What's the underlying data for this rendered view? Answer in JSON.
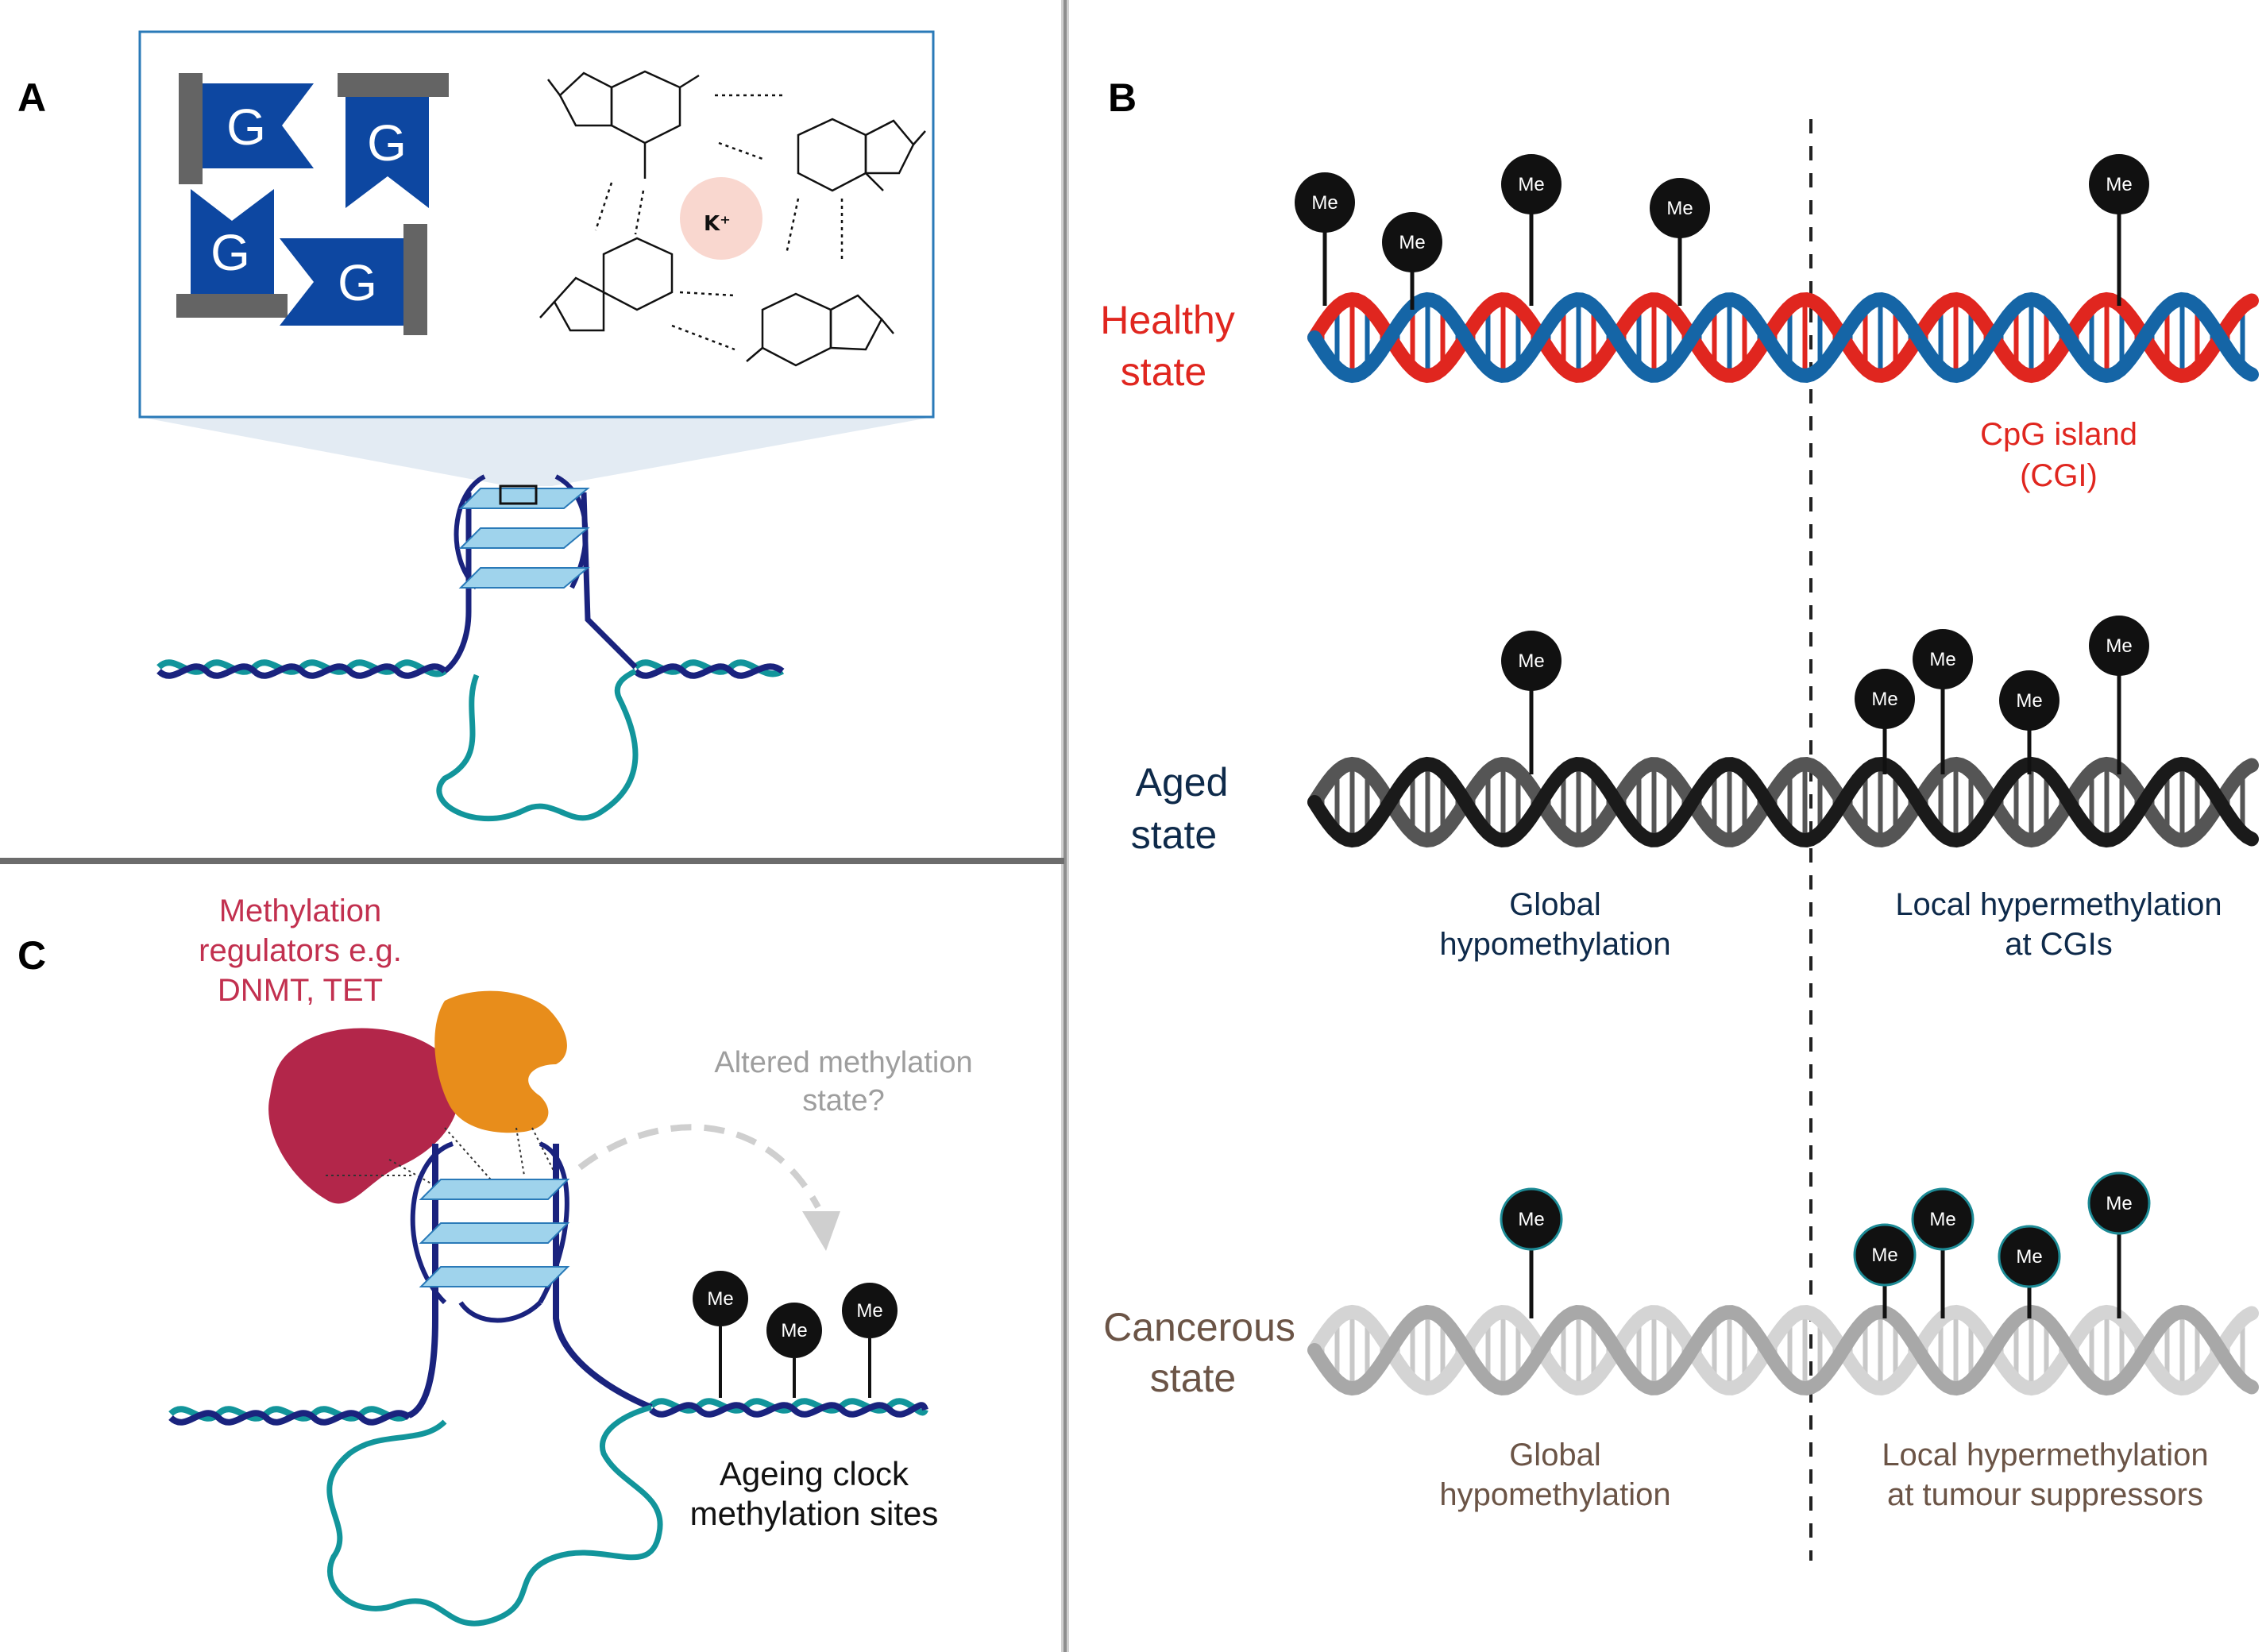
{
  "panels": {
    "a": {
      "letter": "A",
      "gtetrad_letters": [
        "G",
        "G",
        "G",
        "G"
      ],
      "cation": "K⁺"
    },
    "b": {
      "letter": "B",
      "states": [
        {
          "label_line1": "Healthy",
          "label_line2": "state",
          "label_color": "#e0261f"
        },
        {
          "label_line1": "Aged",
          "label_line2": "state",
          "label_color": "#0e2a4a"
        },
        {
          "label_line1": "Cancerous",
          "label_line2": "state",
          "label_color": "#6b5446"
        }
      ],
      "cpg_island_line1": "CpG island",
      "cpg_island_line2": "(CGI)",
      "aged_left_line1": "Global",
      "aged_left_line2": "hypomethylation",
      "aged_right_line1": "Local hypermethylation",
      "aged_right_line2": "at CGIs",
      "cancer_left_line1": "Global",
      "cancer_left_line2": "hypomethylation",
      "cancer_right_line1": "Local hypermethylation",
      "cancer_right_line2": "at tumour suppressors",
      "methyl_label": "Me"
    },
    "c": {
      "letter": "C",
      "regulators_line1": "Methylation",
      "regulators_line2": "regulators e.g.",
      "regulators_line3": "DNMT,  TET",
      "altered_line1": "Altered methylation",
      "altered_line2": "state?",
      "clock_line1": "Ageing clock",
      "clock_line2": "methylation sites"
    }
  },
  "colors": {
    "healthy_red": "#e0261f",
    "healthy_blue": "#1565a6",
    "aged_dark": "#1a1a1a",
    "cancer_grey": "#bdbdbd",
    "navy": "#1a237e",
    "teal": "#12959b",
    "tetrad_blue": "#0d47a1",
    "g4_light": "#9fd3ec",
    "dnmt": "#b3264a",
    "tet": "#e88d1b",
    "cpg_text": "#e0261f",
    "regulator_text": "#c2304f"
  }
}
